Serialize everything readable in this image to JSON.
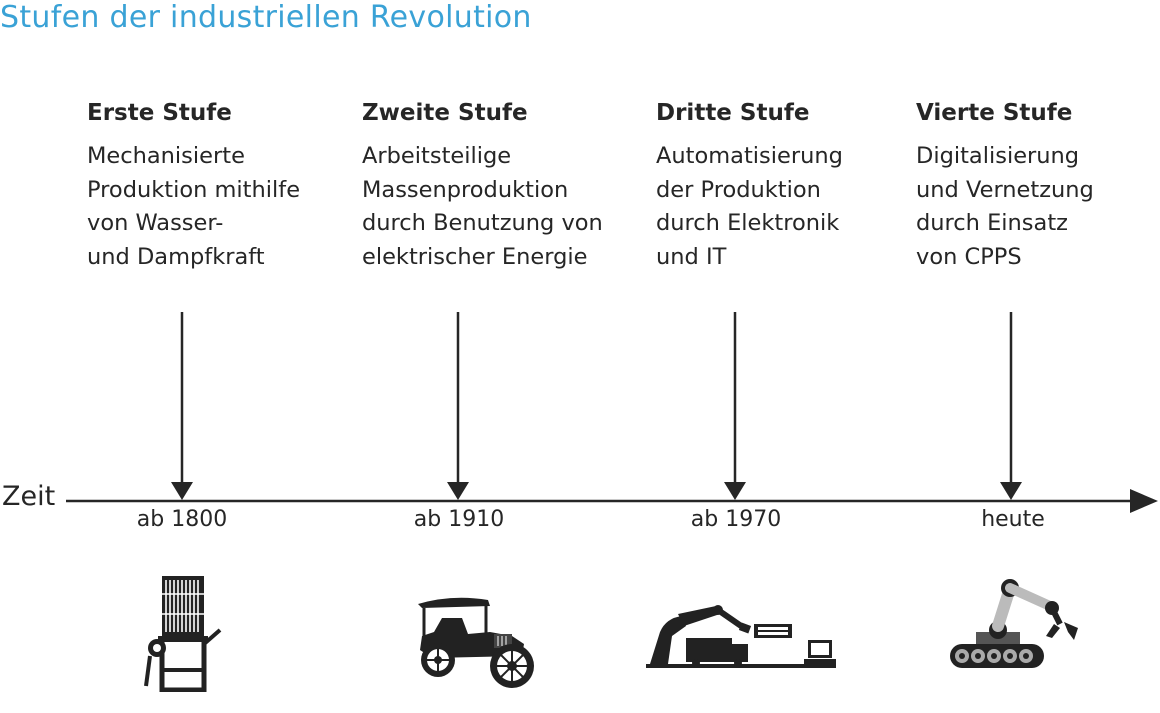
{
  "title": "Stufen der industriellen Revolution",
  "axis_label": "Zeit",
  "accent_color": "#3aa2d6",
  "stages": [
    {
      "heading": "Erste Stufe",
      "lines": [
        "Mechanisierte",
        "Produktion mithilfe",
        "von Wasser-",
        "und Dampfkraft"
      ],
      "year": "ab 1800",
      "icon": "loom-icon"
    },
    {
      "heading": "Zweite Stufe",
      "lines": [
        "Arbeitsteilige",
        "Massenproduktion",
        "durch Benutzung von",
        "elektrischer Energie"
      ],
      "year": "ab 1910",
      "icon": "vintage-car-icon"
    },
    {
      "heading": "Dritte Stufe",
      "lines": [
        "Automatisierung",
        "der Produktion",
        "durch Elektronik",
        "und IT"
      ],
      "year": "ab 1970",
      "icon": "industrial-robot-icon"
    },
    {
      "heading": "Vierte Stufe",
      "lines": [
        "Digitalisierung",
        "und Vernetzung",
        "durch Einsatz",
        "von CPPS"
      ],
      "year": "heute",
      "icon": "robot-arm-icon"
    }
  ]
}
